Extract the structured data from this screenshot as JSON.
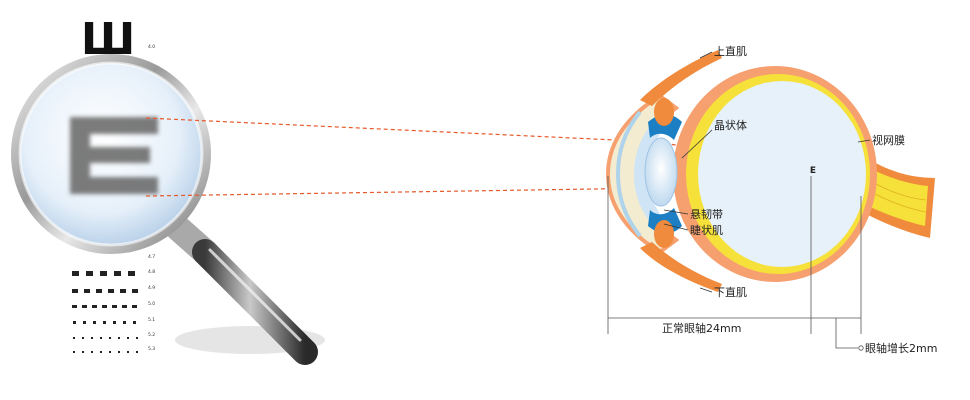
{
  "eye_chart": {
    "top_symbol": "Ш",
    "acuity_values": [
      "4.0",
      "4.7",
      "4.8",
      "4.9",
      "5.0",
      "5.1",
      "5.2",
      "5.3"
    ]
  },
  "magnifier": {
    "symbol": "E"
  },
  "eye_diagram": {
    "image_symbol": "E",
    "labels": {
      "superior_rectus": "上直肌",
      "lens": "晶状体",
      "retina": "视网膜",
      "zonule": "悬韧带",
      "ciliary_muscle": "睫状肌",
      "inferior_rectus": "下直肌"
    },
    "normal_axis": "正常眼轴24mm",
    "axis_growth": "眼轴增长2mm"
  },
  "colors": {
    "sightline": "#e8582a",
    "muscle": "#f08a3c",
    "sclera_outer": "#f6a070",
    "choroid_yellow": "#f6e03a",
    "vitreous": "#e6f1f9",
    "cornea": "#f3ecd0",
    "ciliary": "#1c7fc4"
  }
}
